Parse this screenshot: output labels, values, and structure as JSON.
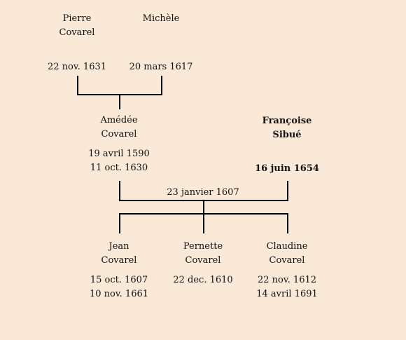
{
  "generation1": {
    "pierre": {
      "first": "Pierre",
      "last": "Covarel",
      "date": "22 nov. 1631"
    },
    "michele": {
      "first": "Michèle",
      "date": "20 mars 1617"
    }
  },
  "generation2": {
    "amedee": {
      "first": "Amédée",
      "last": "Covarel",
      "birth": "19 avril 1590",
      "death": "11 oct. 1630"
    },
    "francoise": {
      "first": "Françoise",
      "last": "Sibué",
      "date": "16 juin 1654"
    },
    "marriage": "23 janvier 1607"
  },
  "children": {
    "jean": {
      "first": "Jean",
      "last": "Covarel",
      "birth": "15 oct. 1607",
      "death": "10 nov. 1661"
    },
    "pernette": {
      "first": "Pernette",
      "last": "Covarel",
      "birth": "22 dec. 1610"
    },
    "claudine": {
      "first": "Claudine",
      "last": "Covarel",
      "birth": "22 nov. 1612",
      "death": "14 avril 1691"
    }
  }
}
